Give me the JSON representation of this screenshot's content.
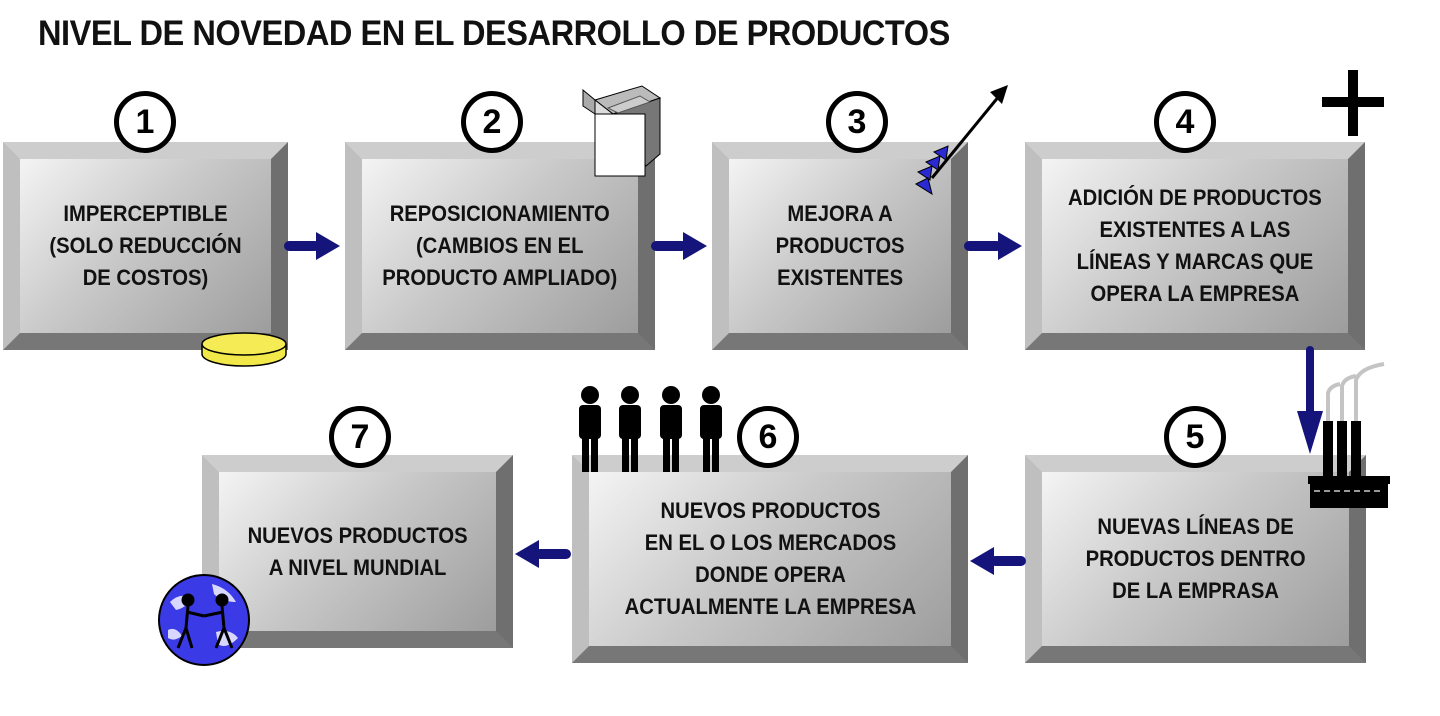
{
  "title": "NIVEL DE NOVEDAD EN EL DESARROLLO DE PRODUCTOS",
  "colors": {
    "arrow": "#14147a",
    "coin": "#f2e84a",
    "globe": "#3a3ae6"
  },
  "steps": [
    {
      "number": "1",
      "text": "IMPERCEPTIBLE\n(SOLO REDUCCIÓN\nDE COSTOS)",
      "icon": "coin-icon"
    },
    {
      "number": "2",
      "text": "REPOSICIONAMIENTO\n(CAMBIOS EN EL\nPRODUCTO AMPLIADO)",
      "icon": "box-icon"
    },
    {
      "number": "3",
      "text": "MEJORA A\nPRODUCTOS\nEXISTENTES",
      "icon": "arrow-up-icon"
    },
    {
      "number": "4",
      "text": "ADICIÓN DE PRODUCTOS\nEXISTENTES A LAS\nLÍNEAS Y MARCAS QUE\nOPERA LA EMPRESA",
      "icon": "plus-icon"
    },
    {
      "number": "5",
      "text": "NUEVAS LÍNEAS DE\nPRODUCTOS DENTRO\nDE LA EMPRASA",
      "icon": "factory-icon"
    },
    {
      "number": "6",
      "text": "NUEVOS PRODUCTOS\nEN EL O LOS MERCADOS\nDONDE OPERA\nACTUALMENTE LA EMPRESA",
      "icon": "people-icon"
    },
    {
      "number": "7",
      "text": "NUEVOS PRODUCTOS\nA NIVEL MUNDIAL",
      "icon": "globe-icon"
    }
  ]
}
